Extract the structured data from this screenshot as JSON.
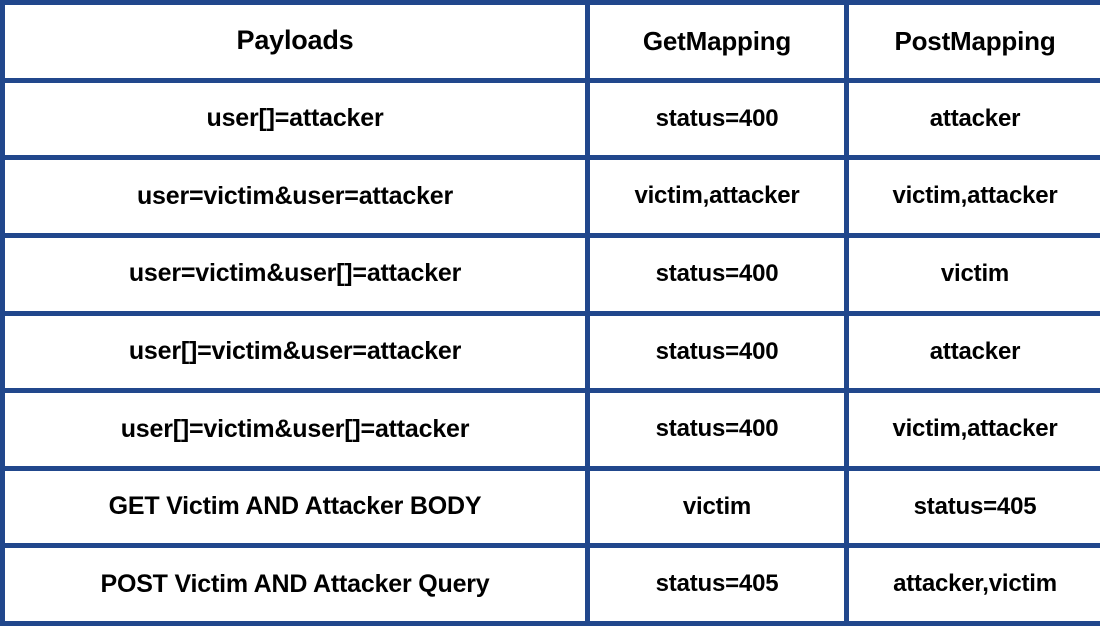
{
  "table": {
    "columns": [
      "Payloads",
      "GetMapping",
      "PostMapping"
    ],
    "rows": [
      {
        "payload": "user[]=attacker",
        "get_mapping": "status=400",
        "post_mapping": "attacker"
      },
      {
        "payload": "user=victim&user=attacker",
        "get_mapping": "victim,attacker",
        "post_mapping": "victim,attacker"
      },
      {
        "payload": "user=victim&user[]=attacker",
        "get_mapping": "status=400",
        "post_mapping": "victim"
      },
      {
        "payload": "user[]=victim&user=attacker",
        "get_mapping": "status=400",
        "post_mapping": "attacker"
      },
      {
        "payload": "user[]=victim&user[]=attacker",
        "get_mapping": "status=400",
        "post_mapping": "victim,attacker"
      },
      {
        "payload": "GET Victim AND Attacker BODY",
        "get_mapping": "victim",
        "post_mapping": "status=405"
      },
      {
        "payload": "POST Victim AND Attacker Query",
        "get_mapping": "status=405",
        "post_mapping": "attacker,victim"
      }
    ]
  },
  "style": {
    "border_color": "#21478c",
    "cell_background": "#ffffff",
    "text_color": "#000000"
  }
}
